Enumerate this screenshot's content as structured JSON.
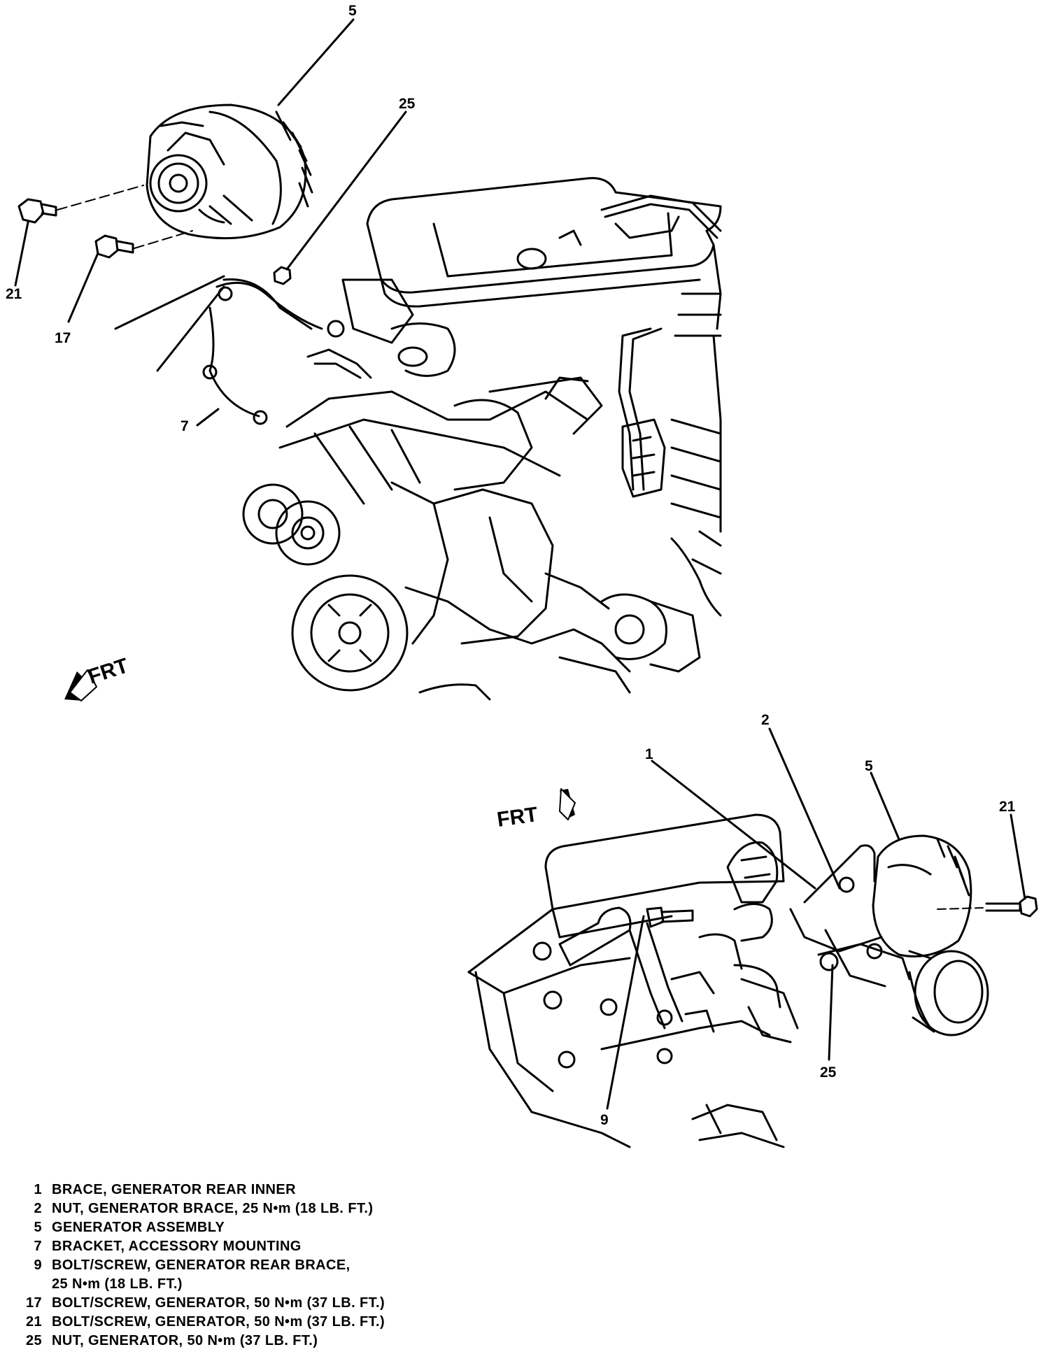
{
  "diagram": {
    "top_view": {
      "callouts": [
        "5",
        "25",
        "21",
        "17",
        "7"
      ],
      "direction_label": "FRT"
    },
    "bottom_view": {
      "callouts": [
        "2",
        "1",
        "5",
        "21",
        "25",
        "9"
      ],
      "direction_label": "FRT"
    }
  },
  "legend": [
    {
      "num": "1",
      "desc": "BRACE, GENERATOR REAR INNER"
    },
    {
      "num": "2",
      "desc": "NUT, GENERATOR BRACE, 25 N•m (18 LB. FT.)"
    },
    {
      "num": "5",
      "desc": "GENERATOR ASSEMBLY"
    },
    {
      "num": "7",
      "desc": "BRACKET, ACCESSORY MOUNTING"
    },
    {
      "num": "9",
      "desc": "BOLT/SCREW, GENERATOR REAR BRACE,",
      "cont": "25 N•m (18 LB. FT.)"
    },
    {
      "num": "17",
      "desc": "BOLT/SCREW, GENERATOR, 50 N•m (37 LB. FT.)"
    },
    {
      "num": "21",
      "desc": "BOLT/SCREW, GENERATOR, 50 N•m (37 LB. FT.)"
    },
    {
      "num": "25",
      "desc": "NUT, GENERATOR, 50 N•m (37 LB. FT.)"
    }
  ]
}
